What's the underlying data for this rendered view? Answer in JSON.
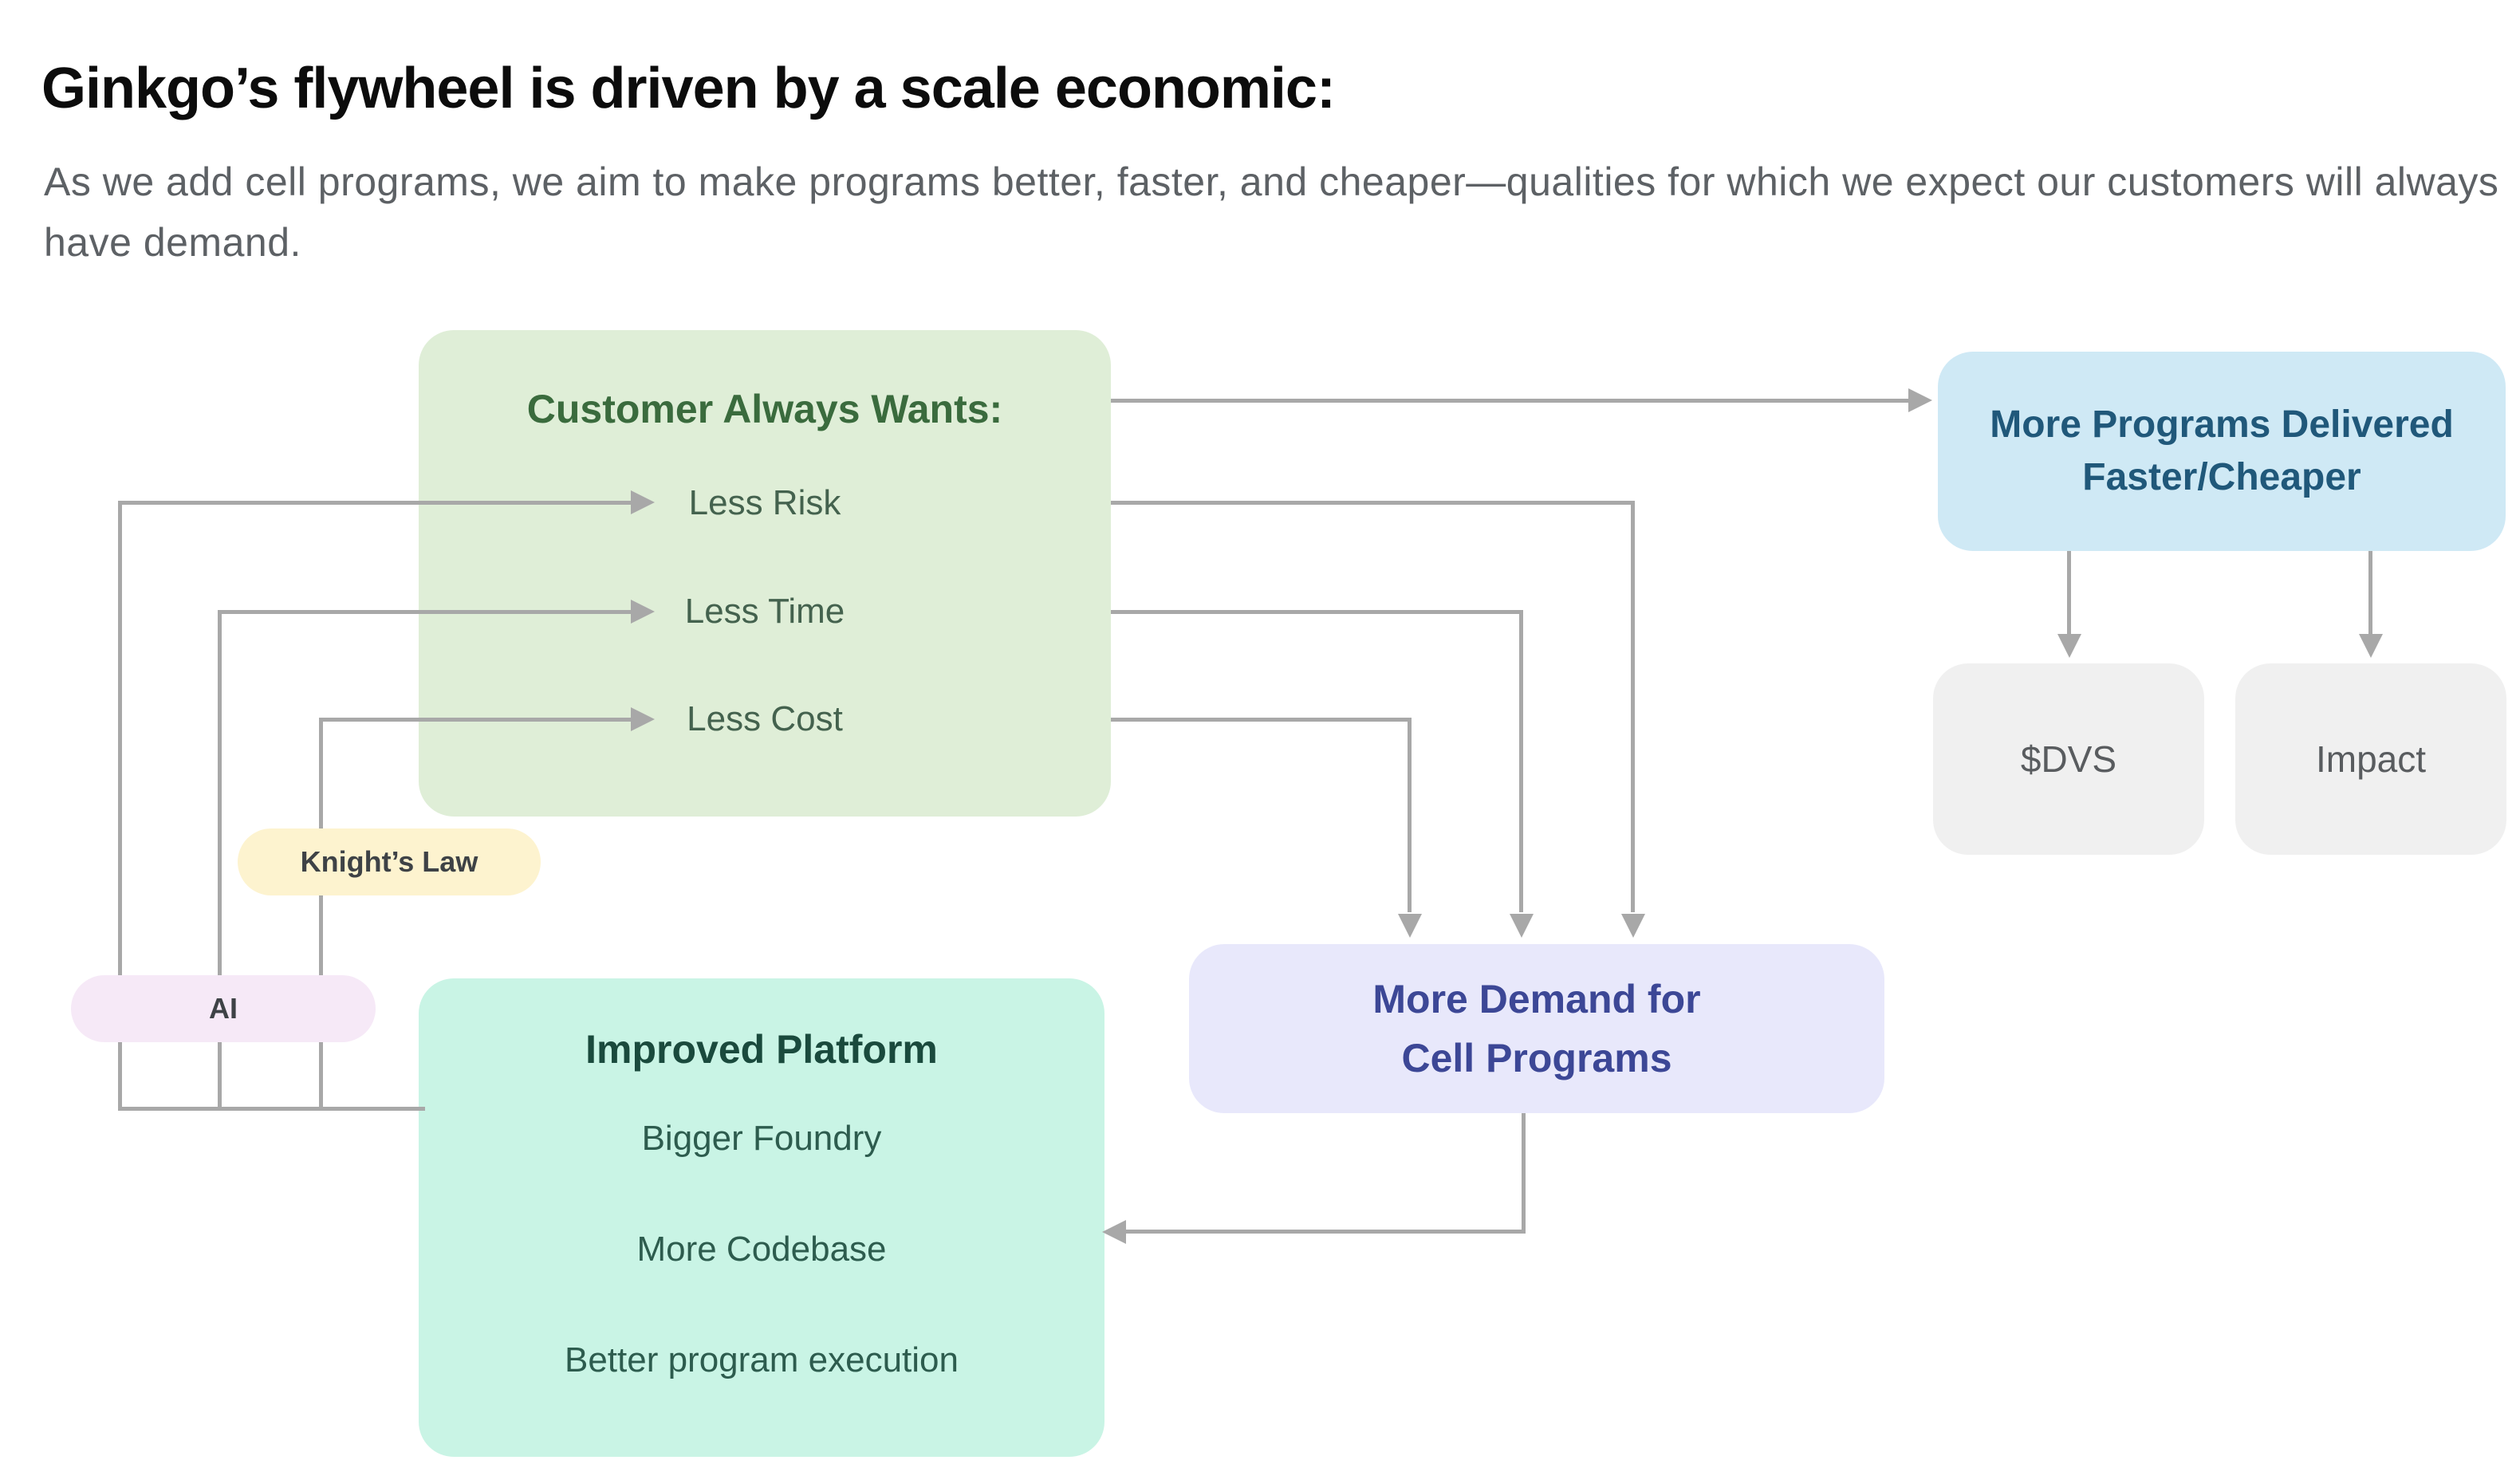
{
  "page": {
    "title": "Ginkgo’s flywheel is driven by a scale economic:",
    "subtitle": "As we add cell programs, we aim to make programs better, faster, and cheaper—qualities for which we expect our customers will always have demand."
  },
  "nodes": {
    "customer_always_wants": {
      "title": "Customer Always Wants:",
      "items": [
        "Less Risk",
        "Less Time",
        "Less Cost"
      ]
    },
    "more_programs_delivered": {
      "title": "More Programs Delivered Faster/Cheaper"
    },
    "dvs": {
      "label": "$DVS"
    },
    "impact": {
      "label": "Impact"
    },
    "knights_law": {
      "label": "Knight’s Law"
    },
    "ai": {
      "label": "AI"
    },
    "improved_platform": {
      "title": "Improved Platform",
      "items": [
        "Bigger Foundry",
        "More Codebase",
        "Better program execution"
      ]
    },
    "more_demand": {
      "title": "More Demand for Cell Programs"
    }
  },
  "edges": [
    {
      "from": "customer_always_wants",
      "to": "more_programs_delivered"
    },
    {
      "from": "customer_always_wants.less_risk",
      "to": "more_demand"
    },
    {
      "from": "customer_always_wants.less_time",
      "to": "more_demand"
    },
    {
      "from": "customer_always_wants.less_cost",
      "to": "more_demand"
    },
    {
      "from": "more_programs_delivered",
      "to": "dvs"
    },
    {
      "from": "more_programs_delivered",
      "to": "impact"
    },
    {
      "from": "more_demand",
      "to": "improved_platform"
    },
    {
      "from": "improved_platform",
      "to": "customer_always_wants.less_risk",
      "via": [
        "ai"
      ]
    },
    {
      "from": "improved_platform",
      "to": "customer_always_wants.less_time",
      "via": [
        "ai"
      ]
    },
    {
      "from": "improved_platform",
      "to": "customer_always_wants.less_cost",
      "via": [
        "ai",
        "knights_law"
      ]
    }
  ],
  "colors": {
    "customer_box_bg": "#dfeed7",
    "customer_title_text": "#3a6b3d",
    "customer_item_text": "#44624e",
    "more_programs_bg": "#cfe9f5",
    "more_programs_text": "#20587a",
    "outcome_box_bg": "#f0f0f0",
    "outcome_text": "#595c5f",
    "knights_law_bg": "#fdf3cf",
    "ai_bg": "#f6e9f7",
    "pill_text": "#3e4246",
    "improved_platform_bg": "#c9f4e5",
    "improved_title_text": "#1a4a3d",
    "improved_item_text": "#2d5c4e",
    "more_demand_bg": "#e8e8fb",
    "more_demand_text": "#3c4796",
    "connector": "#a8a8a8",
    "title_text": "#0c0c0c",
    "subtitle_text": "#5d6165"
  }
}
